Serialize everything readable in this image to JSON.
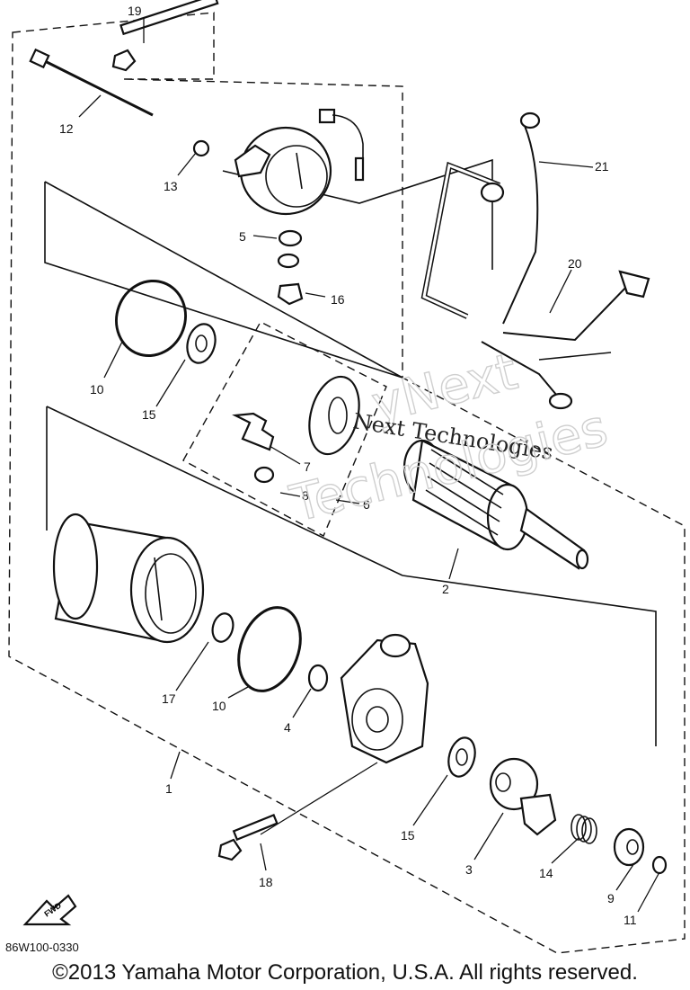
{
  "diagram": {
    "part_numbers": {
      "p1": "1",
      "p2": "2",
      "p3": "3",
      "p4": "4",
      "p5": "5",
      "p6": "6",
      "p7": "7",
      "p8": "8",
      "p9": "9",
      "p10a": "10",
      "p10b": "10",
      "p11": "11",
      "p12": "12",
      "p13": "13",
      "p14": "14",
      "p15a": "15",
      "p15b": "15",
      "p16": "16",
      "p17": "17",
      "p18": "18",
      "p19": "19",
      "p20": "20",
      "p21": "21"
    },
    "fwd_label": "FWD",
    "figure_code": "86W100-0330",
    "watermark": {
      "line1": "yNext",
      "line2": "Next Technologies",
      "line3": "Technologies"
    }
  },
  "footer": {
    "copyright": "©2013 Yamaha Motor Corporation, U.S.A. All rights reserved."
  }
}
